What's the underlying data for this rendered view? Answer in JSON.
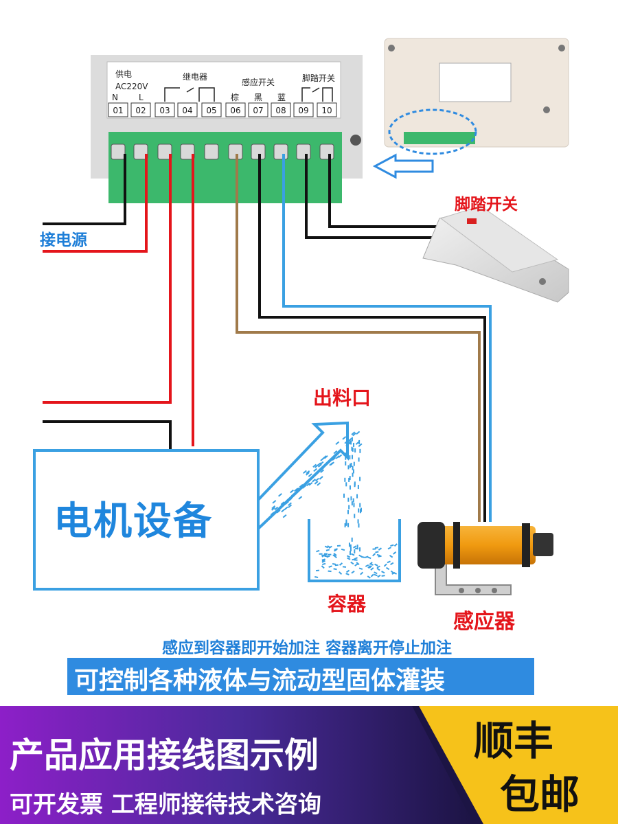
{
  "controller": {
    "groups": {
      "power_supply": "供电",
      "voltage": "AC220V",
      "relay": "继电器",
      "proximity_switch": "感应开关",
      "foot_switch_short": "脚踏开关"
    },
    "pin_letters": [
      "N",
      "L"
    ],
    "wire_colors_text": [
      "棕",
      "黑",
      "蓝"
    ],
    "terminals": [
      "01",
      "02",
      "03",
      "04",
      "05",
      "06",
      "07",
      "08",
      "09",
      "10"
    ]
  },
  "labels": {
    "power_input": "接电源",
    "foot_switch": "脚踏开关",
    "outlet": "出料口",
    "motor": "电机设备",
    "container": "容器",
    "sensor": "感应器"
  },
  "tagline": "感应到容器即开始加注 容器离开停止加注",
  "banner": "可控制各种液体与流动型固体灌装",
  "footer": {
    "headline": "产品应用接线图示例",
    "subline": "可开发票 工程师接待技术咨询",
    "shipping_line1": "顺丰",
    "shipping_line2": "包邮"
  },
  "colors": {
    "wire_red": "#e4151b",
    "wire_black": "#111111",
    "wire_brown": "#a07a4a",
    "wire_blue": "#3aa0e2",
    "terminal_green": "#3cb86c",
    "accent_blue": "#1f7fd8",
    "footer_dark": "#1c1444",
    "shipping_yellow": "#f6c21a"
  },
  "icons": [
    "arrow-left-icon",
    "dashed-circle-highlight-icon",
    "pedal-icon",
    "photoelectric-sensor-icon",
    "liquid-stream-icon",
    "beaker-icon"
  ]
}
